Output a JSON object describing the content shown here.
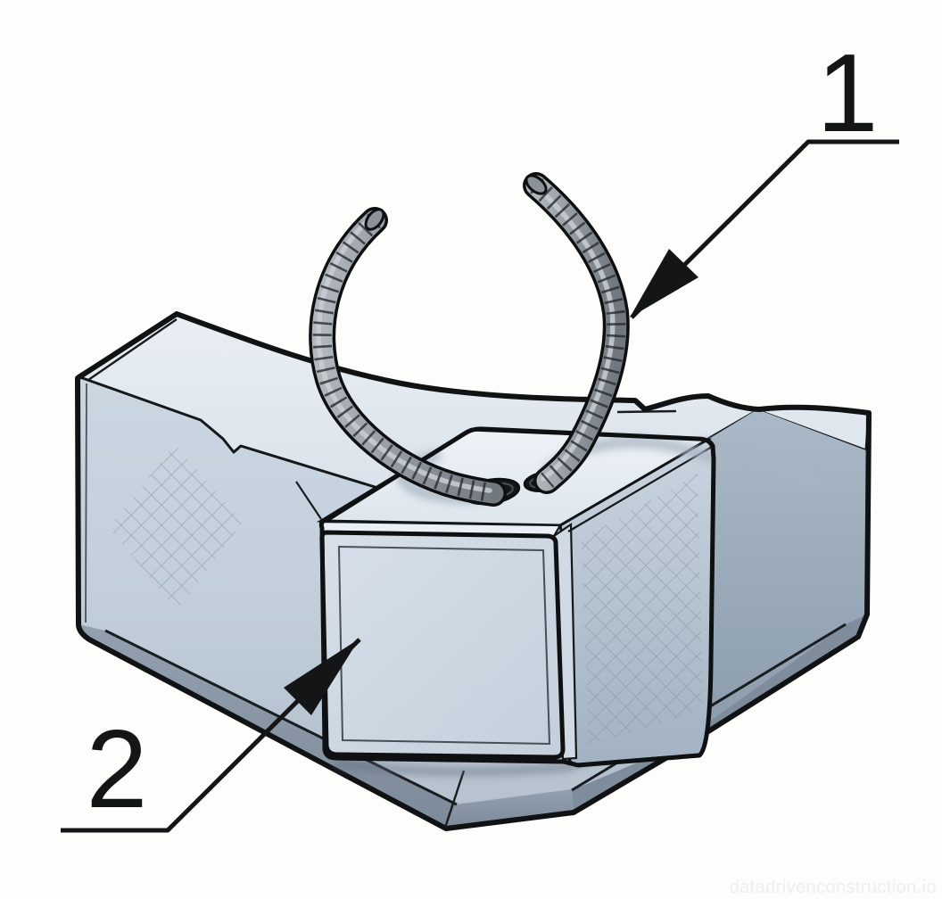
{
  "figure": {
    "type": "technical-illustration",
    "subject": "Precast concrete corner block with two bent rebar anchor loops",
    "callouts": [
      {
        "label": "1",
        "points_to": "rebar-anchor-loop"
      },
      {
        "label": "2",
        "points_to": "concrete-block-face"
      }
    ],
    "watermark": "datadrivenconstruction.io",
    "colors": {
      "background": "#fdfdfb",
      "outline": "#101214",
      "concrete_top_face": "#e6ecf2",
      "concrete_left_face": "#c5d1dd",
      "concrete_right_face": "#93a3b3",
      "concrete_bevel": "#8b98a8",
      "rebar_gray": "#8a9199",
      "callout_black": "#141516",
      "watermark_gray": "#efeeea"
    }
  }
}
